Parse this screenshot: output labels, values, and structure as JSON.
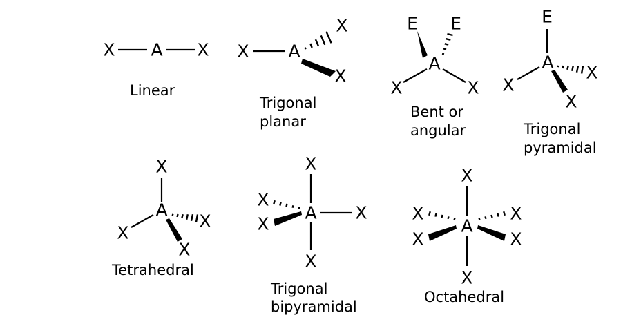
{
  "atoms": {
    "central": "A",
    "ligand": "X",
    "lone_pair": "E"
  },
  "geometries": [
    {
      "key": "linear",
      "label_lines": [
        "Linear"
      ]
    },
    {
      "key": "trigonal_planar",
      "label_lines": [
        "Trigonal",
        "planar"
      ]
    },
    {
      "key": "bent",
      "label_lines": [
        "Bent or",
        "angular"
      ]
    },
    {
      "key": "trigonal_pyramidal",
      "label_lines": [
        "Trigonal",
        "pyramidal"
      ]
    },
    {
      "key": "tetrahedral",
      "label_lines": [
        "Tetrahedral"
      ]
    },
    {
      "key": "trigonal_bipyramidal",
      "label_lines": [
        "Trigonal",
        "bipyramidal"
      ]
    },
    {
      "key": "octahedral",
      "label_lines": [
        "Octahedral"
      ]
    }
  ]
}
